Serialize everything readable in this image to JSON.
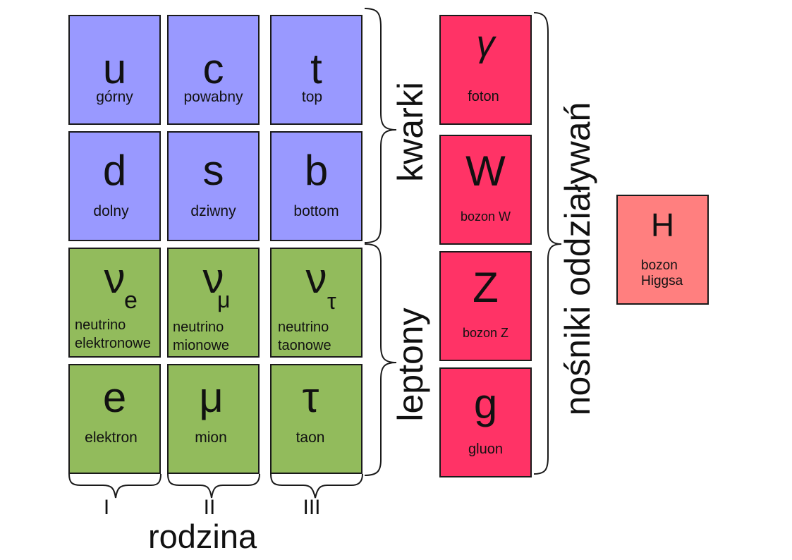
{
  "quarks": [
    {
      "symbol": "u",
      "name": "górny"
    },
    {
      "symbol": "c",
      "name": "powabny"
    },
    {
      "symbol": "t",
      "name": "top"
    },
    {
      "symbol": "d",
      "name": "dolny"
    },
    {
      "symbol": "s",
      "name": "dziwny"
    },
    {
      "symbol": "b",
      "name": "bottom"
    }
  ],
  "neutrinos": [
    {
      "symbol": "ν",
      "sub": "e",
      "name_line1": "neutrino",
      "name_line2": "elektronowe"
    },
    {
      "symbol": "ν",
      "sub": "μ",
      "name_line1": "neutrino",
      "name_line2": "mionowe"
    },
    {
      "symbol": "ν",
      "sub": "τ",
      "name_line1": "neutrino",
      "name_line2": "taonowe"
    }
  ],
  "charged_leptons": [
    {
      "symbol": "e",
      "name": "elektron"
    },
    {
      "symbol": "μ",
      "name": "mion"
    },
    {
      "symbol": "τ",
      "name": "taon"
    }
  ],
  "bosons": [
    {
      "symbol": "γ",
      "name": "foton"
    },
    {
      "symbol": "W",
      "name": "bozon W"
    },
    {
      "symbol": "Z",
      "name": "bozon Z"
    },
    {
      "symbol": "g",
      "name": "gluon"
    }
  ],
  "higgs": {
    "symbol": "H",
    "name_line1": "bozon",
    "name_line2": "Higgsa"
  },
  "labels": {
    "quarks_group": "kwarki",
    "leptons_group": "leptony",
    "carriers_group": "nośniki oddziaływań",
    "generation_axis": "rodzina",
    "generations": [
      "I",
      "II",
      "III"
    ]
  },
  "colors": {
    "quark": "#9999ff",
    "lepton": "#92bb5c",
    "boson": "#ff3366",
    "higgs": "#ff7f7f"
  }
}
